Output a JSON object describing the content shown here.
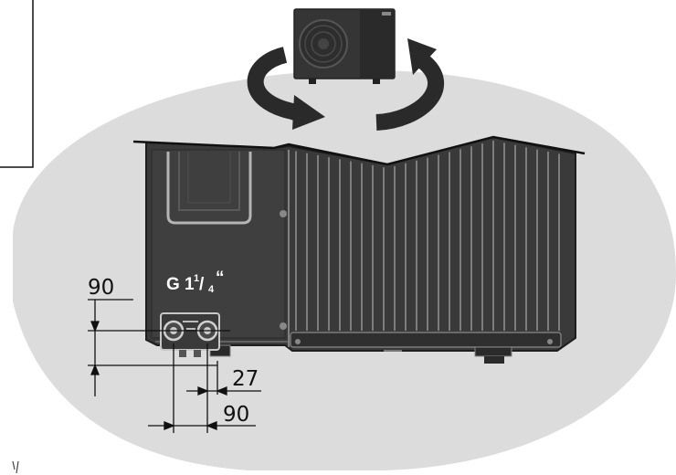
{
  "diagram": {
    "connection_label": {
      "main": "G 1",
      "numerator": "1",
      "separator": "/",
      "denominator": "4",
      "suffix": "“"
    },
    "dimensions": {
      "height_upper": "90",
      "spacing_small": "27",
      "spacing_bottom": "90"
    },
    "colors": {
      "unit_body": "#3a3a3a",
      "ground_ellipse": "#dcdcdc",
      "arrow": "#2a2a2a",
      "fins": "#9a9a9a"
    },
    "icons": [
      "rotate-left-arrow-icon",
      "rotate-right-arrow-icon",
      "outdoor-unit-icon",
      "fan-icon"
    ]
  }
}
